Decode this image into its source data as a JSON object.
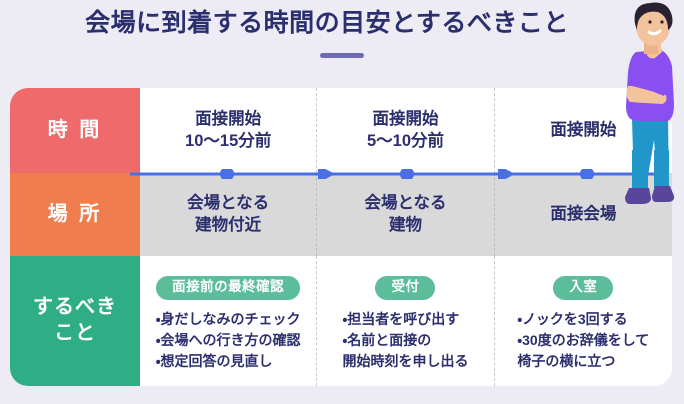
{
  "title": {
    "text": "会場に到着する時間の目安とするべきこと",
    "underline_color": "#6f6bb0",
    "text_color": "#2c2f6e"
  },
  "background_color": "#edecf5",
  "table": {
    "rows": [
      {
        "label": "時 間",
        "label_color": "#ef6b6b",
        "content_bg": "#ffffff",
        "cells": [
          {
            "lines": [
              "面接開始",
              "10〜15分前"
            ]
          },
          {
            "lines": [
              "面接開始",
              "5〜10分前"
            ]
          },
          {
            "lines": [
              "面接開始"
            ]
          }
        ]
      },
      {
        "label": "場 所",
        "label_color": "#ef7d4e",
        "content_bg": "#d9d9d9",
        "cells": [
          {
            "lines": [
              "会場となる",
              "建物付近"
            ]
          },
          {
            "lines": [
              "会場となる",
              "建物"
            ]
          },
          {
            "lines": [
              "面接会場"
            ]
          }
        ]
      },
      {
        "label": "するべき\nこと",
        "label_color": "#2fae86",
        "content_bg": "#ffffff",
        "cells": [
          {
            "badge": "面接前の最終確認",
            "items": [
              "・身だしなみのチェック",
              "・会場への行き方の確認",
              "・想定回答の見直し"
            ]
          },
          {
            "badge": "受付",
            "items": [
              "・担当者を呼び出す",
              "・名前と面接の\n 開始時刻を申し出る"
            ]
          },
          {
            "badge": "入室",
            "items": [
              "・ノックを3回する",
              "・30度のお辞儀をして\n 椅子の横に立つ"
            ]
          }
        ]
      }
    ]
  },
  "timeline": {
    "line_color": "#4a6fe3",
    "dot_color": "#4a6fe3",
    "arrow_color": "#4a6fe3",
    "dot_count": 3,
    "arrow_count": 2
  },
  "badge_color": "#5bbd99",
  "illustration": {
    "name": "thinking-man",
    "shirt_color": "#8a4ff0",
    "pants_color": "#2196c8",
    "shoe_color": "#59459b",
    "skin_color": "#f3c39b",
    "hair_color": "#2a2233"
  }
}
